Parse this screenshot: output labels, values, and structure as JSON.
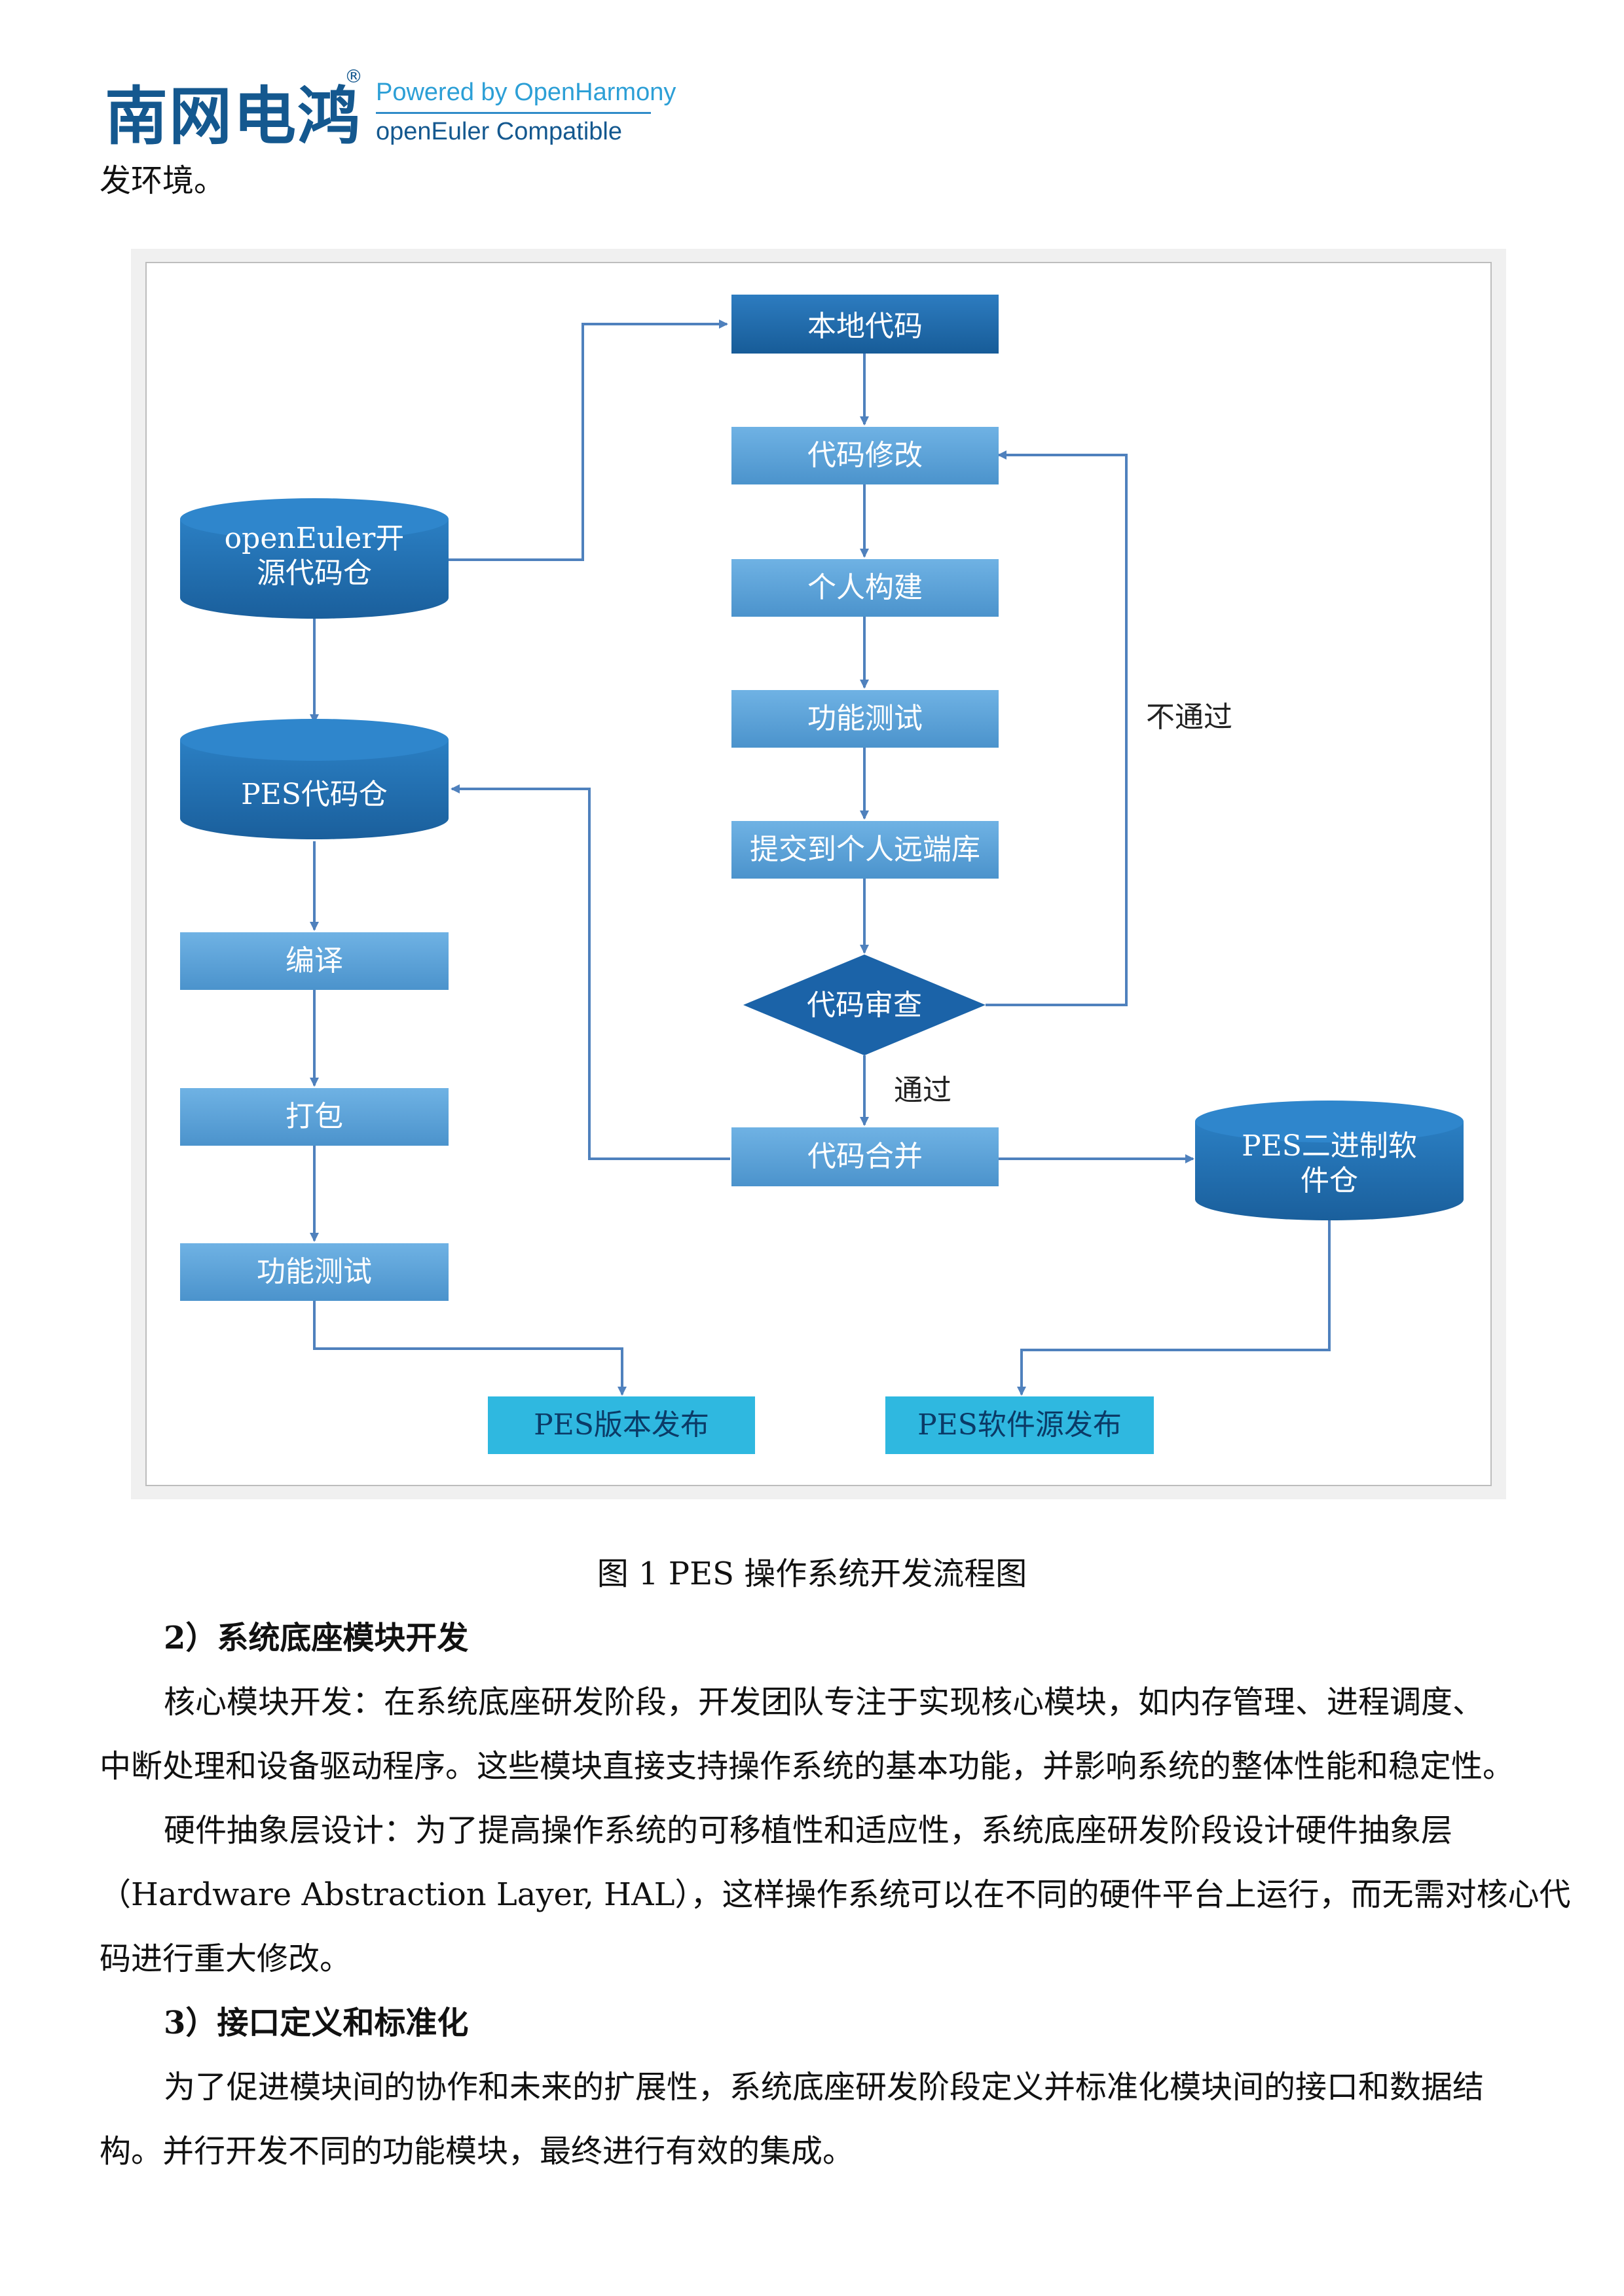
{
  "header": {
    "brand_cn": "南网电鸿",
    "reg_mark": "®",
    "powered_by": "Powered by OpenHarmony",
    "compatible": "openEuler Compatible"
  },
  "intro_fragment": "发环境。",
  "flowchart": {
    "nodes": {
      "local_code": "本地代码",
      "code_modify": "代码修改",
      "personal_build": "个人构建",
      "func_test_right": "功能测试",
      "submit_remote": "提交到个人远端库",
      "code_review": "代码审查",
      "code_merge": "代码合并",
      "openeuler_repo_line1": "openEuler开",
      "openeuler_repo_line2": "源代码仓",
      "pes_repo": "PES代码仓",
      "compile": "编译",
      "package": "打包",
      "func_test_left": "功能测试",
      "pes_binary_line1": "PES二进制软",
      "pes_binary_line2": "件仓",
      "pes_release": "PES版本发布",
      "pes_soft_release": "PES软件源发布"
    },
    "labels": {
      "not_pass": "不通过",
      "pass": "通过"
    },
    "colors": {
      "box_dark": "#1f6eae",
      "box_light": "#5aa2d8",
      "release_box": "#2fb8e0",
      "arrow": "#4f81bd"
    }
  },
  "figure_caption": "图 1 PES 操作系统开发流程图",
  "section2": {
    "heading": "2）系统底座模块开发",
    "p1_line1": "核心模块开发：在系统底座研发阶段，开发团队专注于实现核心模块，如内存管理、进程调度、",
    "p1_line2": "中断处理和设备驱动程序。这些模块直接支持操作系统的基本功能，并影响系统的整体性能和稳定性。",
    "p2_line1": "硬件抽象层设计：为了提高操作系统的可移植性和适应性，系统底座研发阶段设计硬件抽象层",
    "p2_line2": "（Hardware Abstraction Layer, HAL），这样操作系统可以在不同的硬件平台上运行，而无需对核心代",
    "p2_line3": "码进行重大修改。"
  },
  "section3": {
    "heading": "3）接口定义和标准化",
    "p1_line1": "为了促进模块间的协作和未来的扩展性，系统底座研发阶段定义并标准化模块间的接口和数据结",
    "p1_line2": "构。并行开发不同的功能模块，最终进行有效的集成。"
  }
}
